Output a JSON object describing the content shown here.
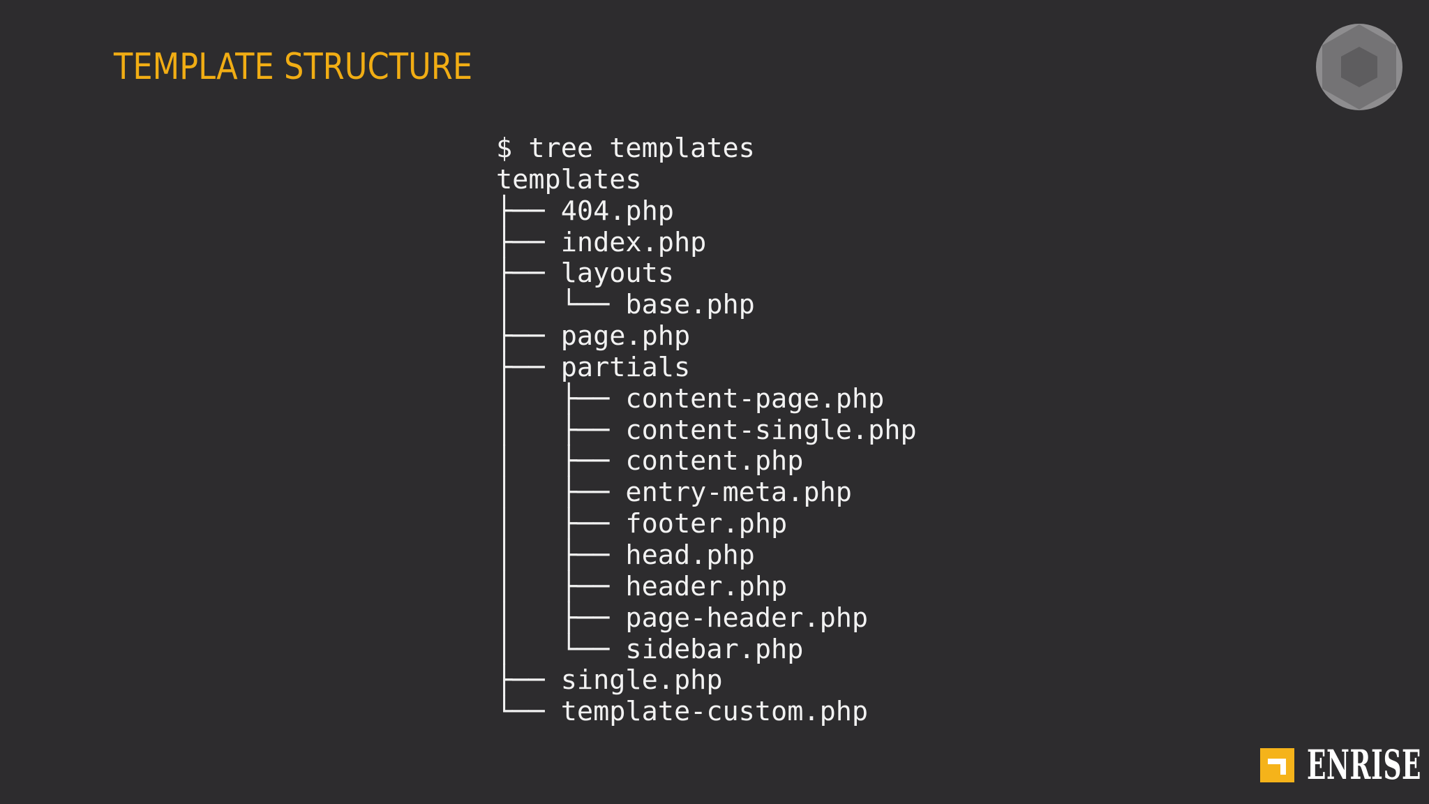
{
  "slide": {
    "title": "TEMPLATE STRUCTURE",
    "colors": {
      "background": "#2d2c2e",
      "title": "#f1ad14",
      "text": "#f2f2f2",
      "logo_accent": "#f5b31a"
    }
  },
  "badge": {
    "icon": "hexagon-badge-icon"
  },
  "terminal": {
    "lines": [
      "$ tree templates",
      "templates",
      "├── 404.php",
      "├── index.php",
      "├── layouts",
      "│   └── base.php",
      "├── page.php",
      "├── partials",
      "│   ├── content-page.php",
      "│   ├── content-single.php",
      "│   ├── content.php",
      "│   ├── entry-meta.php",
      "│   ├── footer.php",
      "│   ├── head.php",
      "│   ├── header.php",
      "│   ├── page-header.php",
      "│   └── sidebar.php",
      "├── single.php",
      "└── template-custom.php"
    ]
  },
  "logo": {
    "text": "ENRISE",
    "icon": "enrise-corner-icon"
  }
}
